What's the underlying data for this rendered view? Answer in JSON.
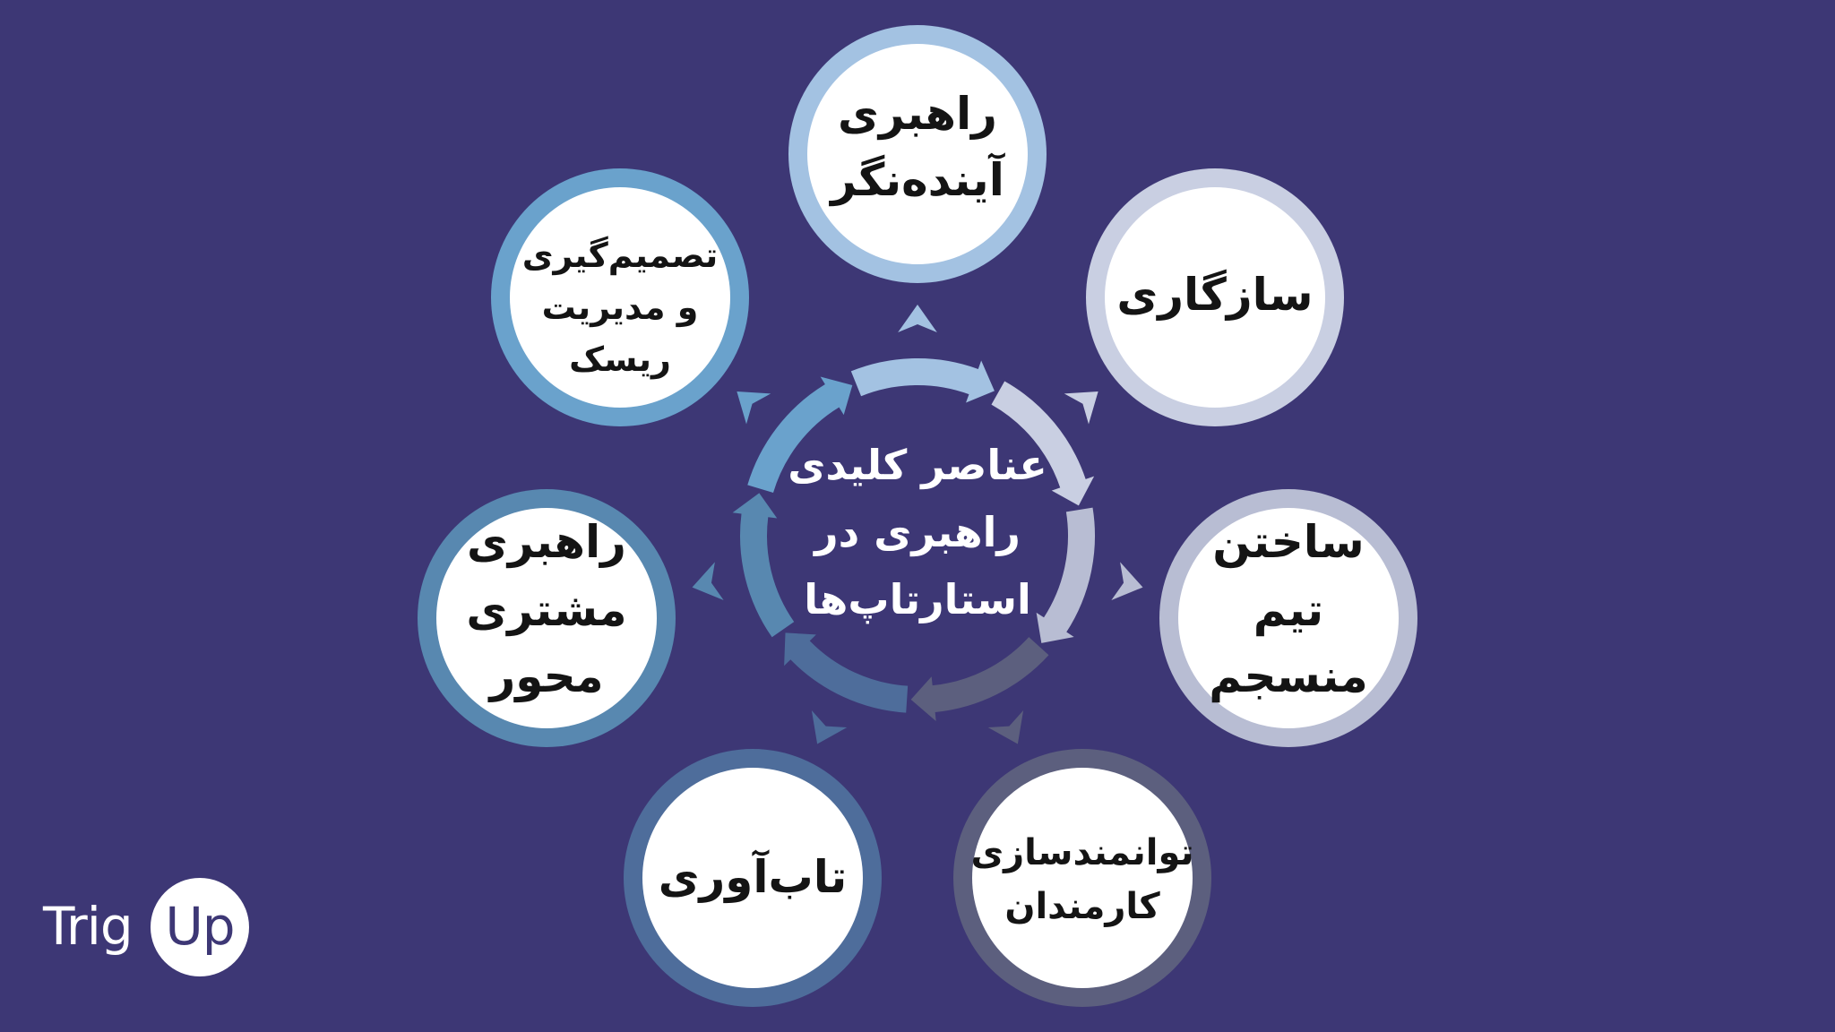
{
  "center": {
    "lines": [
      "عناصر کلیدی",
      "راهبری در",
      "استارتاپ‌ها"
    ]
  },
  "nodes": [
    {
      "id": "visionary",
      "lines": [
        "راهبری",
        "آینده‌نگر"
      ],
      "ring_color": "#a3c2e2"
    },
    {
      "id": "adaptability",
      "lines": [
        "سازگاری"
      ],
      "ring_color": "#c9cfe2"
    },
    {
      "id": "team-building",
      "lines": [
        "ساختن",
        "تیم",
        "منسجم"
      ],
      "ring_color": "#b8bdd3"
    },
    {
      "id": "empowerment",
      "lines": [
        "توانمندسازی",
        "کارمندان"
      ],
      "ring_color": "#5c5f7e"
    },
    {
      "id": "resilience",
      "lines": [
        "تاب‌آوری"
      ],
      "ring_color": "#4e6d9b"
    },
    {
      "id": "customer-centric",
      "lines": [
        "راهبری",
        "مشتری",
        "محور"
      ],
      "ring_color": "#5888b0"
    },
    {
      "id": "decision-risk",
      "lines": [
        "تصمیم‌گیری",
        "و مدیریت",
        "ریسک"
      ],
      "ring_color": "#6aa2cc"
    }
  ],
  "logo": {
    "left": "Trig",
    "right": "Up"
  }
}
